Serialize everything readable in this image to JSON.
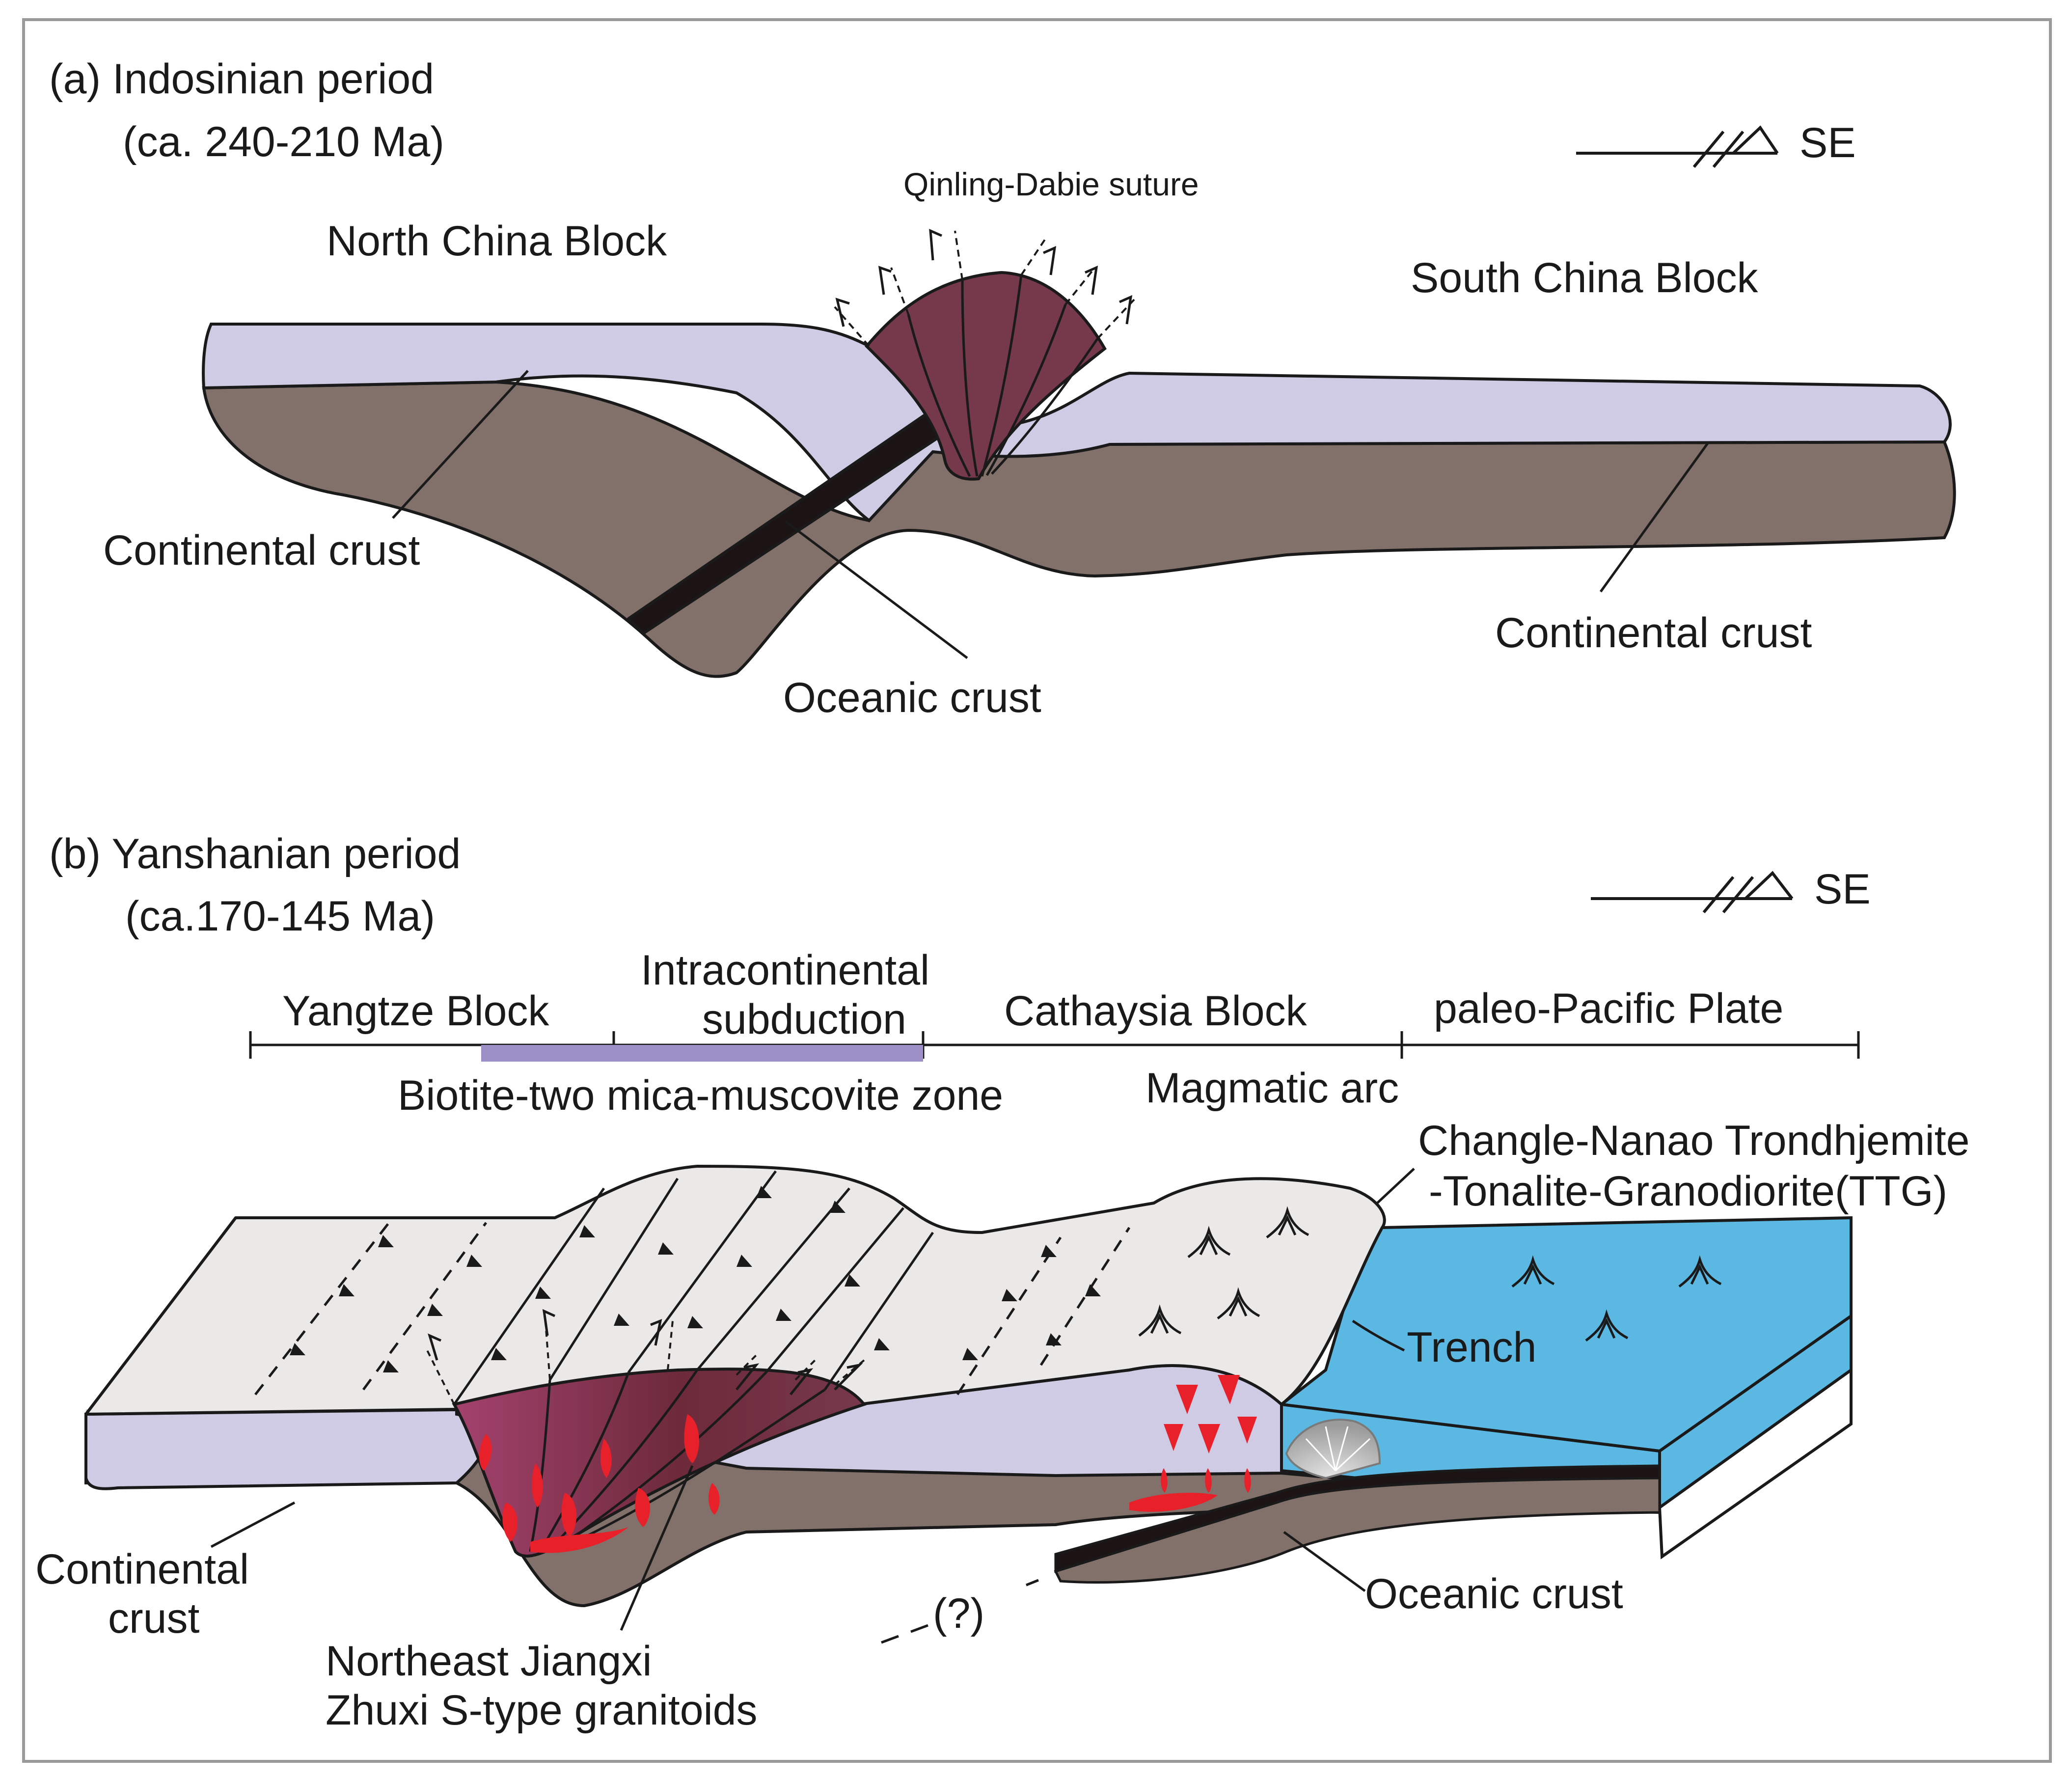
{
  "panel_a": {
    "title": "(a) Indosinian period",
    "subtitle": "(ca. 240-210 Ma)",
    "direction": "SE",
    "suture_label": "Qinling-Dabie suture",
    "north_block": "North China Block",
    "south_block": "South China Block",
    "crust_left": "Continental crust",
    "crust_right": "Continental crust",
    "oceanic": "Oceanic crust"
  },
  "panel_b": {
    "title": "(b) Yanshanian period",
    "subtitle": "(ca.170-145 Ma)",
    "direction": "SE",
    "zones": {
      "yangtze": "Yangtze Block",
      "intra_line1": "Intracontinental",
      "intra_line2": "subduction",
      "cathaysia": "Cathaysia Block",
      "pacific": "paleo-Pacific Plate"
    },
    "biotite_zone": "Biotite-two mica-muscovite zone",
    "magmatic_arc": "Magmatic arc",
    "ttg_line1": "Changle-Nanao Trondhjemite",
    "ttg_line2": "-Tonalite-Granodiorite(TTG)",
    "trench": "Trench",
    "crust_line1": "Continental",
    "crust_line2": "crust",
    "oceanic": "Oceanic crust",
    "unknown": "(?)",
    "granite_line1": "Northeast Jiangxi",
    "granite_line2": "Zhuxi S-type granitoids"
  },
  "colors": {
    "upper_crust": "#cfcbe4",
    "lower_crust": "#82716a",
    "suture": "#76394b",
    "slab": "#1c1414",
    "surface": "#ebe8e8",
    "ocean": "#5bb8e3",
    "magma": "#e8202a",
    "zone_bar": "#9c8fc8",
    "frame": "#9a9a9a"
  }
}
